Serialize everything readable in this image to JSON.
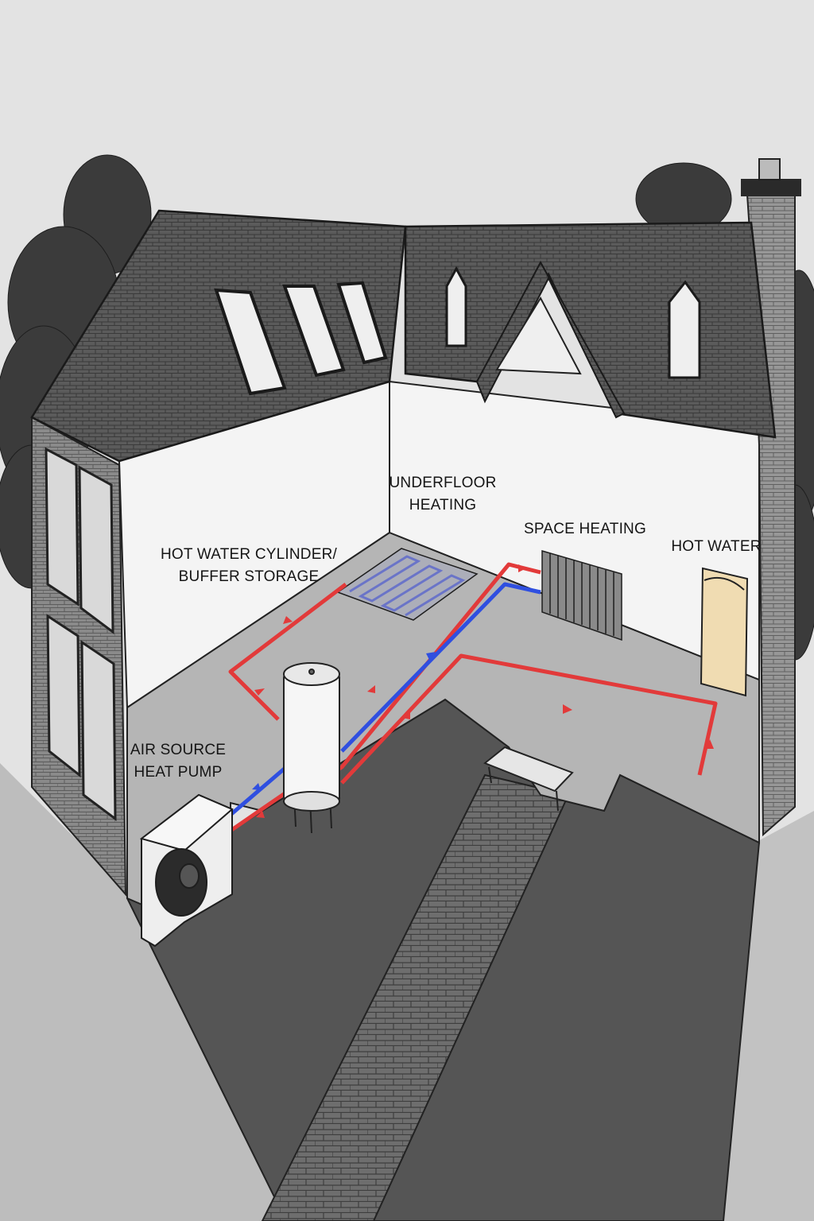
{
  "labels": {
    "underfloor": [
      "UNDERFLOOR",
      "HEATING"
    ],
    "cylinder": [
      "HOT WATER CYLINDER/",
      "BUFFER STORAGE"
    ],
    "space_heating": [
      "SPACE HEATING"
    ],
    "hot_water": [
      "HOT WATER"
    ],
    "heat_pump": [
      "AIR SOURCE",
      "HEAT PUMP"
    ]
  },
  "colors": {
    "flow_pipe": "#e23a3a",
    "return_pipe": "#2f4fe0",
    "roof": "#5a5a5a",
    "wall": "#f4f4f4",
    "floor": "#b5b5b5",
    "yard": "#555555",
    "background": "#e3e3e3",
    "hot_water_tank": "#f0dcb2",
    "underfloor_loops": "#6a74c8"
  },
  "icons": [
    "heat-pump-icon",
    "cylinder-icon",
    "radiator-icon",
    "hot-water-tank-icon",
    "underfloor-loop-icon",
    "flow-arrow-icon"
  ]
}
